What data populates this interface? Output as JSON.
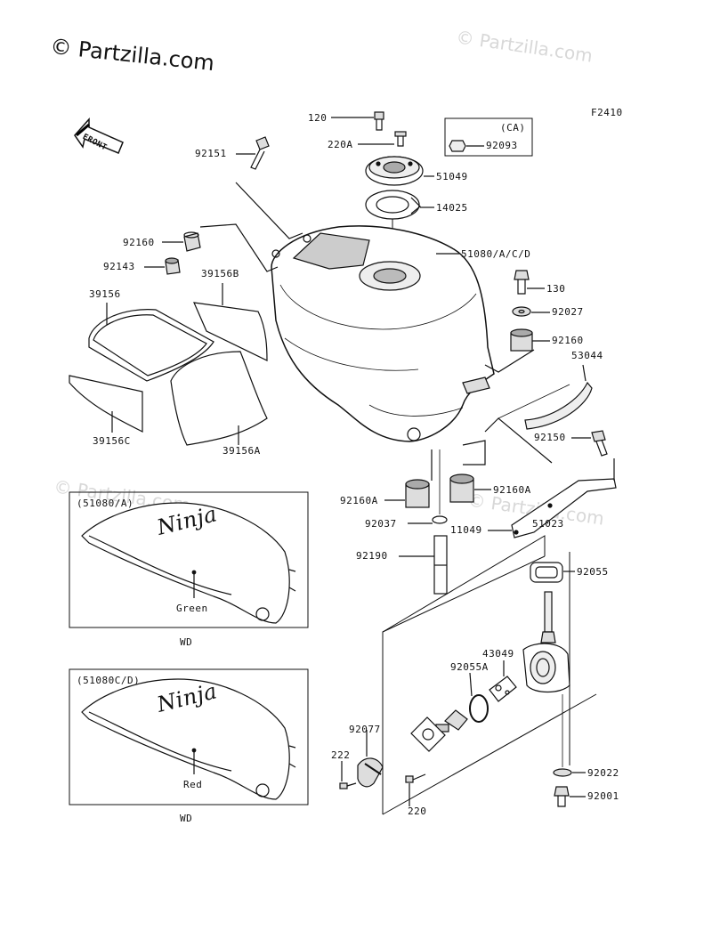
{
  "watermark": {
    "main": "© Partzilla.com",
    "faint": "© Partzilla.com"
  },
  "figure_code": "F2410",
  "front_label": "FRONT",
  "ca_box": {
    "header": "(CA)",
    "part": "92093"
  },
  "parts": {
    "p120": "120",
    "p220A": "220A",
    "p92151": "92151",
    "p51049": "51049",
    "p14025": "14025",
    "p51080": "51080/A/C/D",
    "p92160_top": "92160",
    "p92143": "92143",
    "p39156B": "39156B",
    "p39156": "39156",
    "p130": "130",
    "p92027": "92027",
    "p92160_r": "92160",
    "p53044": "53044",
    "p39156C": "39156C",
    "p39156A": "39156A",
    "p92150": "92150",
    "p92160A_l": "92160A",
    "p92160A_r": "92160A",
    "p92037": "92037",
    "p11049": "11049",
    "p51023": "51023",
    "p92190": "92190",
    "p92055": "92055",
    "p43049": "43049",
    "p92055A": "92055A",
    "p92077": "92077",
    "p222": "222",
    "p92022": "92022",
    "p92001": "92001",
    "p220": "220"
  },
  "variant_a": {
    "header": "(51080/A)",
    "color": "Green",
    "footer": "WD",
    "logo": "Ninja"
  },
  "variant_cd": {
    "header": "(51080C/D)",
    "color": "Red",
    "footer": "WD",
    "logo": "Ninja"
  }
}
